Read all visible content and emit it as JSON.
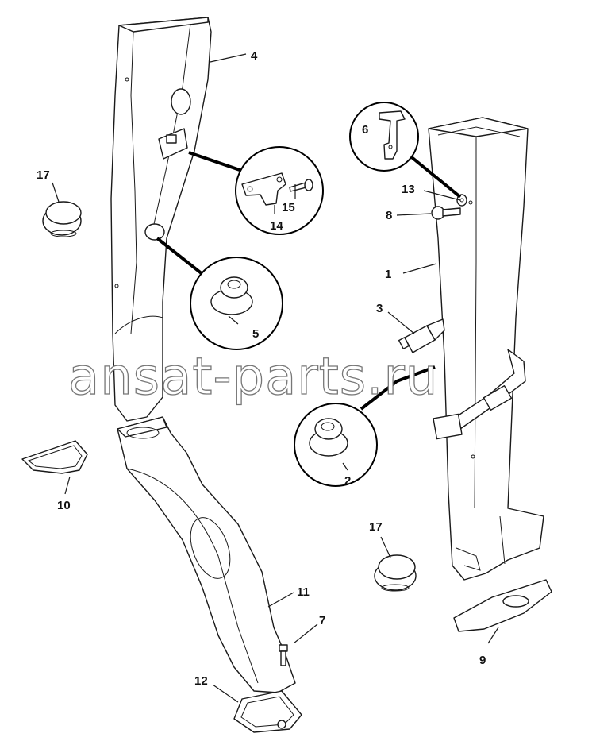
{
  "watermark": "ansat-parts.ru",
  "callouts": {
    "c1": "1",
    "c2": "2",
    "c3": "3",
    "c4": "4",
    "c5": "5",
    "c6": "6",
    "c7": "7",
    "c8": "8",
    "c9": "9",
    "c10": "10",
    "c11": "11",
    "c12": "12",
    "c13": "13",
    "c14": "14",
    "c15": "15",
    "c17a": "17",
    "c17b": "17"
  }
}
